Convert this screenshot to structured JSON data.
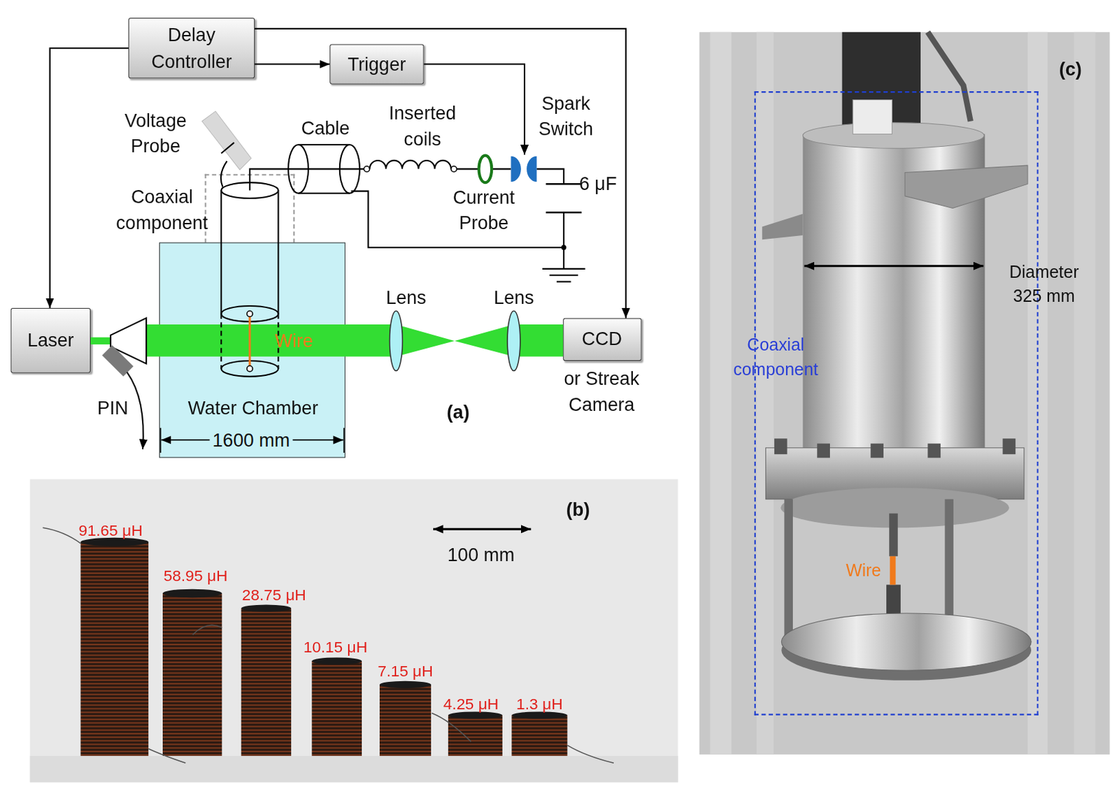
{
  "diagram": {
    "nodes": [
      {
        "text": [
          "Delay Controller"
        ]
      },
      {
        "text": [
          "Trigger"
        ]
      },
      {
        "text": [
          "Coaxial component"
        ]
      },
      {
        "text": [
          "Water Chamber"
        ]
      },
      {
        "text": [
          "Laser"
        ]
      },
      {
        "text": [
          "CCD",
          "or Streak Camera"
        ]
      },
      {
        "text": [
          "Coaxial component"
        ]
      }
    ],
    "edges": [
      {
        "from": 0,
        "to": 4,
        "arrow": "to"
      },
      {
        "from": 0,
        "to": 1,
        "arrow": "to"
      },
      {
        "from": 0,
        "to": 5,
        "arrow": "to"
      }
    ],
    "labels": [
      "Voltage Probe",
      "Cable",
      "Inserted coils",
      "Spark Switch",
      "6 μF",
      "Current Probe",
      "Wire",
      "Lens",
      "Lens",
      "PIN",
      "1600 mm",
      "(a)",
      "(b)",
      "100 mm",
      "91.65 μH",
      "58.95 μH",
      "28.75 μH",
      "10.15 μH",
      "7.15 μH",
      "4.25 μH",
      "1.3 μH",
      "(c)",
      "Diameter 325 mm",
      "Wire"
    ]
  }
}
